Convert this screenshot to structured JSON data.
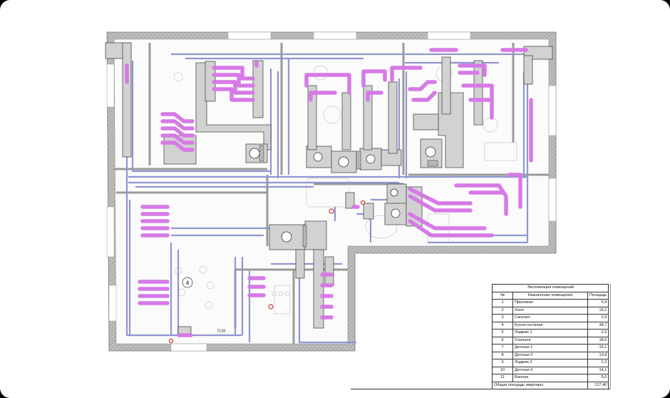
{
  "plan": {
    "room_number_label": "4",
    "mark_label": "П/М"
  },
  "table": {
    "caption": "Экспликация помещений",
    "headers": [
      "№",
      "Назначение помещения",
      "Площадь"
    ],
    "rows": [
      {
        "n": "1",
        "name": "Прихожая",
        "area": "5,4"
      },
      {
        "n": "2",
        "name": "Холл",
        "area": "19,1"
      },
      {
        "n": "3",
        "name": "Санузел",
        "area": "2,9"
      },
      {
        "n": "4",
        "name": "Кухня-гостиная",
        "area": "38,7"
      },
      {
        "n": "5",
        "name": "Лоджия 1",
        "area": "2,5"
      },
      {
        "n": "6",
        "name": "Спальня",
        "area": "18,5"
      },
      {
        "n": "7",
        "name": "Детская 1",
        "area": "15,1"
      },
      {
        "n": "8",
        "name": "Детская 2",
        "area": "13,8"
      },
      {
        "n": "9",
        "name": "Лоджия 2",
        "area": "2,3"
      },
      {
        "n": "10",
        "name": "Детская 3",
        "area": "14,1"
      },
      {
        "n": "11",
        "name": "Ванная",
        "area": "5,0"
      }
    ],
    "total_label": "Общая площадь квартиры",
    "total_value": "127,40"
  },
  "colors": {
    "wall": "#9a9a9a",
    "duct_gray": "#cfcfcf",
    "duct_outline": "#4a4a4a",
    "flex_duct": "#d67ae6",
    "thin_duct": "#9fa7d9"
  }
}
